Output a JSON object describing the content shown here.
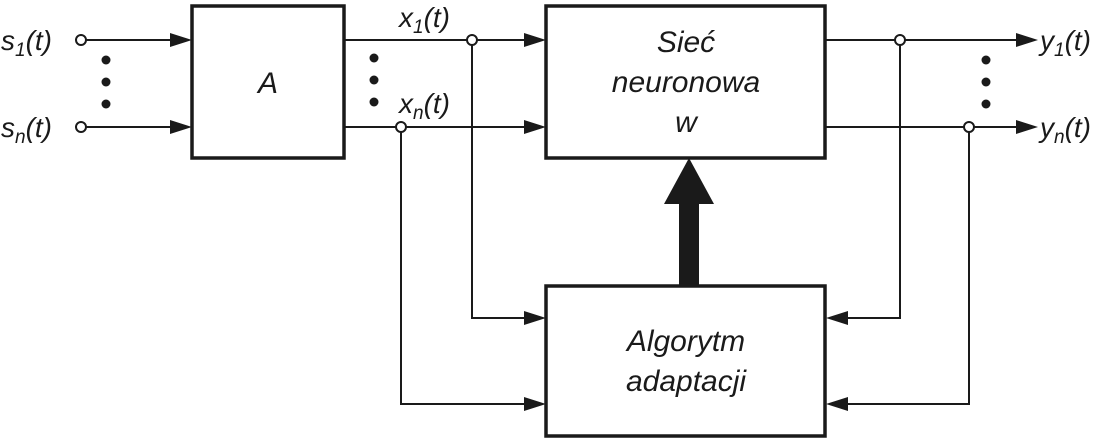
{
  "inputs": {
    "s1": {
      "base": "s",
      "sub": "1",
      "arg": "(t)"
    },
    "sn": {
      "base": "s",
      "sub": "n",
      "arg": "(t)"
    }
  },
  "mixed": {
    "x1": {
      "base": "x",
      "sub": "1",
      "arg": "(t)"
    },
    "xn": {
      "base": "x",
      "sub": "n",
      "arg": "(t)"
    }
  },
  "outputs": {
    "y1": {
      "base": "y",
      "sub": "1",
      "arg": "(t)"
    },
    "yn": {
      "base": "y",
      "sub": "n",
      "arg": "(t)"
    }
  },
  "blocks": {
    "mixer": {
      "label": "A"
    },
    "network": {
      "line1": "Sieć",
      "line2": "neuronowa",
      "line3": "w"
    },
    "algorithm": {
      "line1": "Algorytm",
      "line2": "adaptacji"
    }
  }
}
